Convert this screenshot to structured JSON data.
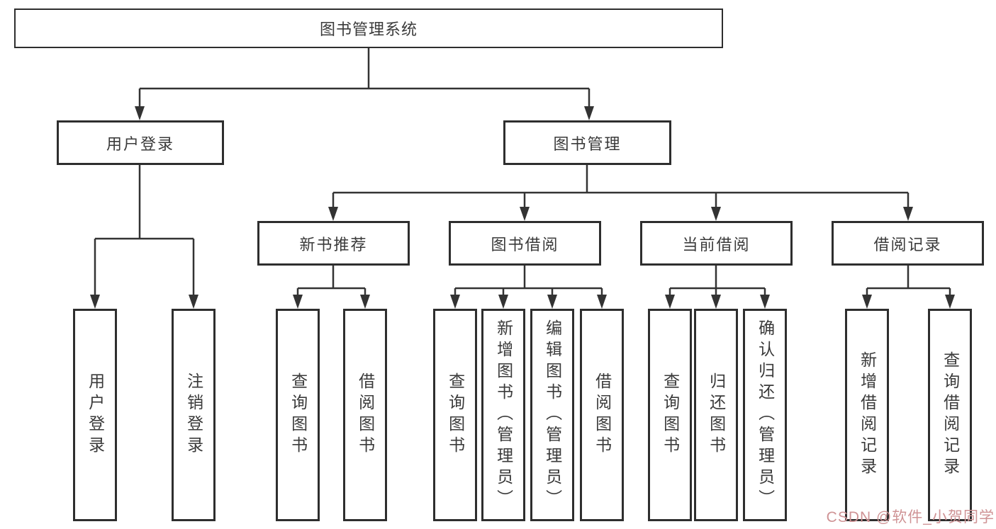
{
  "diagram": {
    "title_node": "图书管理系统",
    "colors": {
      "box_border": "#2e2e2e",
      "connector": "#333333",
      "text": "#3a3a3a",
      "background": "#ffffff",
      "watermark": "#cf9395"
    },
    "nodes": {
      "root": "图书管理系统",
      "user_login": "用户登录",
      "book_management": "图书管理",
      "new_book_recommend": "新书推荐",
      "book_borrow": "图书借阅",
      "current_borrow": "当前借阅",
      "borrow_records": "借阅记录",
      "leaf_user_login": "用户登录",
      "leaf_logout": "注销登录",
      "leaf_nbr_query_books": "查询图书",
      "leaf_nbr_borrow_books": "借阅图书",
      "leaf_bb_query_books": "查询图书",
      "leaf_bb_add_books": "新增图书（管理员）",
      "leaf_bb_edit_books": "编辑图书（管理员）",
      "leaf_bb_borrow_books": "借阅图书",
      "leaf_cb_query_books": "查询图书",
      "leaf_cb_return_books": "归还图书",
      "leaf_cb_confirm_return": "确认归还（管理员）",
      "leaf_br_add_record": "新增借阅记录",
      "leaf_br_query_record": "查询借阅记录"
    }
  },
  "watermark": {
    "text": "CSDN @软件_小贺同学"
  }
}
